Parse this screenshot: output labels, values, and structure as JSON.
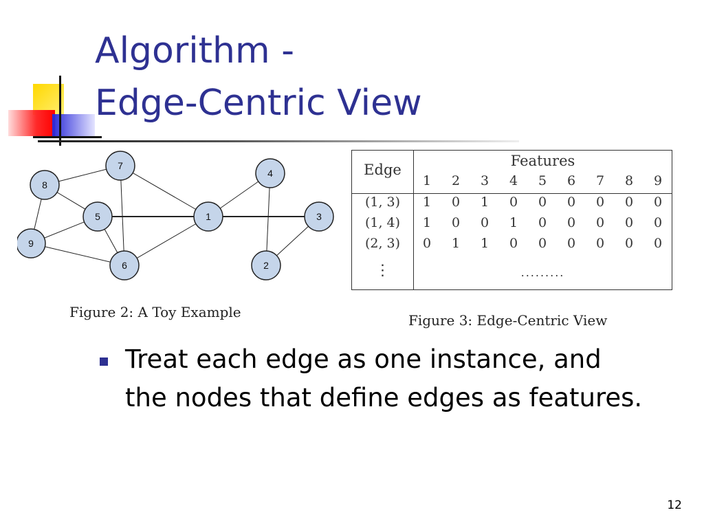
{
  "slide": {
    "title_line1": "Algorithm -",
    "title_line2": "Edge-Centric View",
    "page_number": "12",
    "bullet_line1": "Treat each edge as one instance, and",
    "bullet_line2": "the nodes that define edges as features."
  },
  "figure2": {
    "caption": "Figure 2: A Toy Example",
    "nodes": [
      {
        "id": "1"
      },
      {
        "id": "2"
      },
      {
        "id": "3"
      },
      {
        "id": "4"
      },
      {
        "id": "5"
      },
      {
        "id": "6"
      },
      {
        "id": "7"
      },
      {
        "id": "8"
      },
      {
        "id": "9"
      }
    ],
    "edges": [
      [
        "1",
        "3"
      ],
      [
        "1",
        "4"
      ],
      [
        "2",
        "3"
      ],
      [
        "2",
        "4"
      ],
      [
        "1",
        "5"
      ],
      [
        "1",
        "6"
      ],
      [
        "1",
        "7"
      ],
      [
        "5",
        "6"
      ],
      [
        "5",
        "8"
      ],
      [
        "5",
        "9"
      ],
      [
        "6",
        "7"
      ],
      [
        "6",
        "9"
      ],
      [
        "7",
        "8"
      ],
      [
        "8",
        "9"
      ]
    ]
  },
  "figure3": {
    "caption": "Figure 3: Edge-Centric View",
    "edge_header": "Edge",
    "features_header": "Features",
    "feature_numbers": [
      "1",
      "2",
      "3",
      "4",
      "5",
      "6",
      "7",
      "8",
      "9"
    ],
    "rows": [
      {
        "edge": "(1, 3)",
        "values": [
          "1",
          "0",
          "1",
          "0",
          "0",
          "0",
          "0",
          "0",
          "0"
        ]
      },
      {
        "edge": "(1, 4)",
        "values": [
          "1",
          "0",
          "0",
          "1",
          "0",
          "0",
          "0",
          "0",
          "0"
        ]
      },
      {
        "edge": "(2, 3)",
        "values": [
          "0",
          "1",
          "1",
          "0",
          "0",
          "0",
          "0",
          "0",
          "0"
        ]
      }
    ],
    "vdots": "⋮",
    "ellipsis": "........."
  },
  "colors": {
    "title": "#2e3192",
    "node_fill": "#c5d5ea",
    "bullet": "#2e3192"
  }
}
